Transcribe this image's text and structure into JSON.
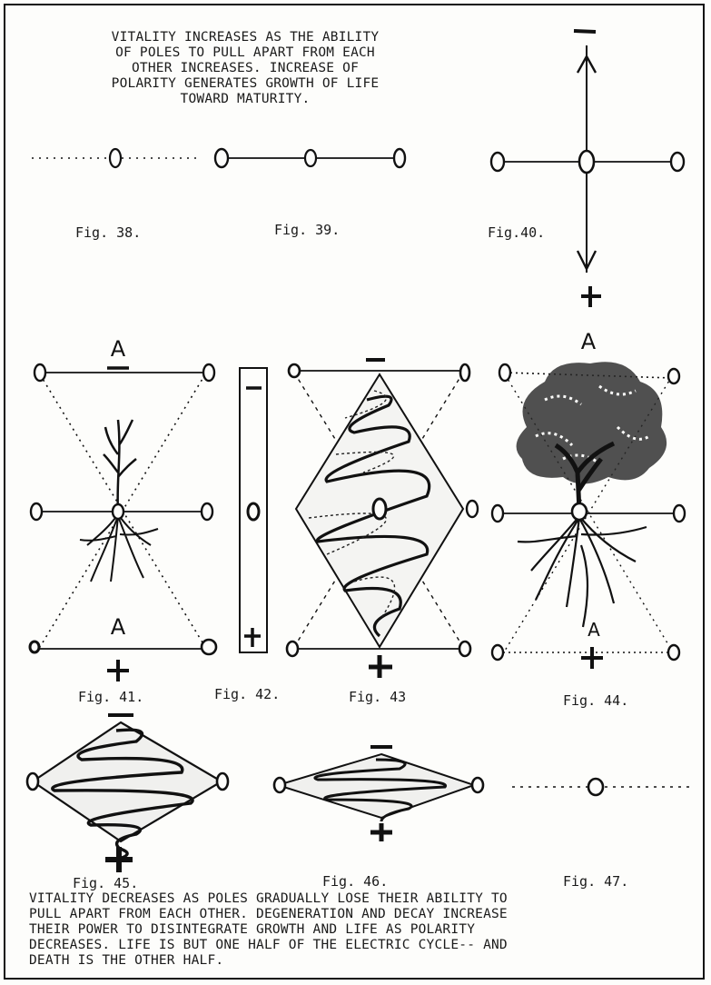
{
  "top_caption": "VITALITY INCREASES AS THE ABILITY\nOF POLES TO PULL APART FROM EACH\nOTHER INCREASES.  INCREASE OF\nPOLARITY GENERATES GROWTH OF LIFE\nTOWARD MATURITY.",
  "bottom_caption": "VITALITY DECREASES AS POLES GRADUALLY LOSE THEIR ABILITY TO\nPULL APART FROM EACH OTHER.  DEGENERATION AND DECAY INCREASE\nTHEIR POWER TO DISINTEGRATE GROWTH AND LIFE AS POLARITY\nDECREASES.  LIFE IS BUT ONE HALF OF THE ELECTRIC CYCLE-- AND\nDEATH IS THE OTHER HALF.",
  "figures": {
    "fig38": "Fig. 38.",
    "fig39": "Fig. 39.",
    "fig40": "Fig.40.",
    "fig41": "Fig. 41.",
    "fig42": "Fig. 42.",
    "fig43": "Fig. 43",
    "fig44": "Fig. 44.",
    "fig45": "Fig. 45.",
    "fig46": "Fig. 46.",
    "fig47": "Fig. 47."
  },
  "diagram_labels": {
    "pole_a": "A",
    "minus": "−",
    "plus": "+",
    "zero": "O"
  }
}
